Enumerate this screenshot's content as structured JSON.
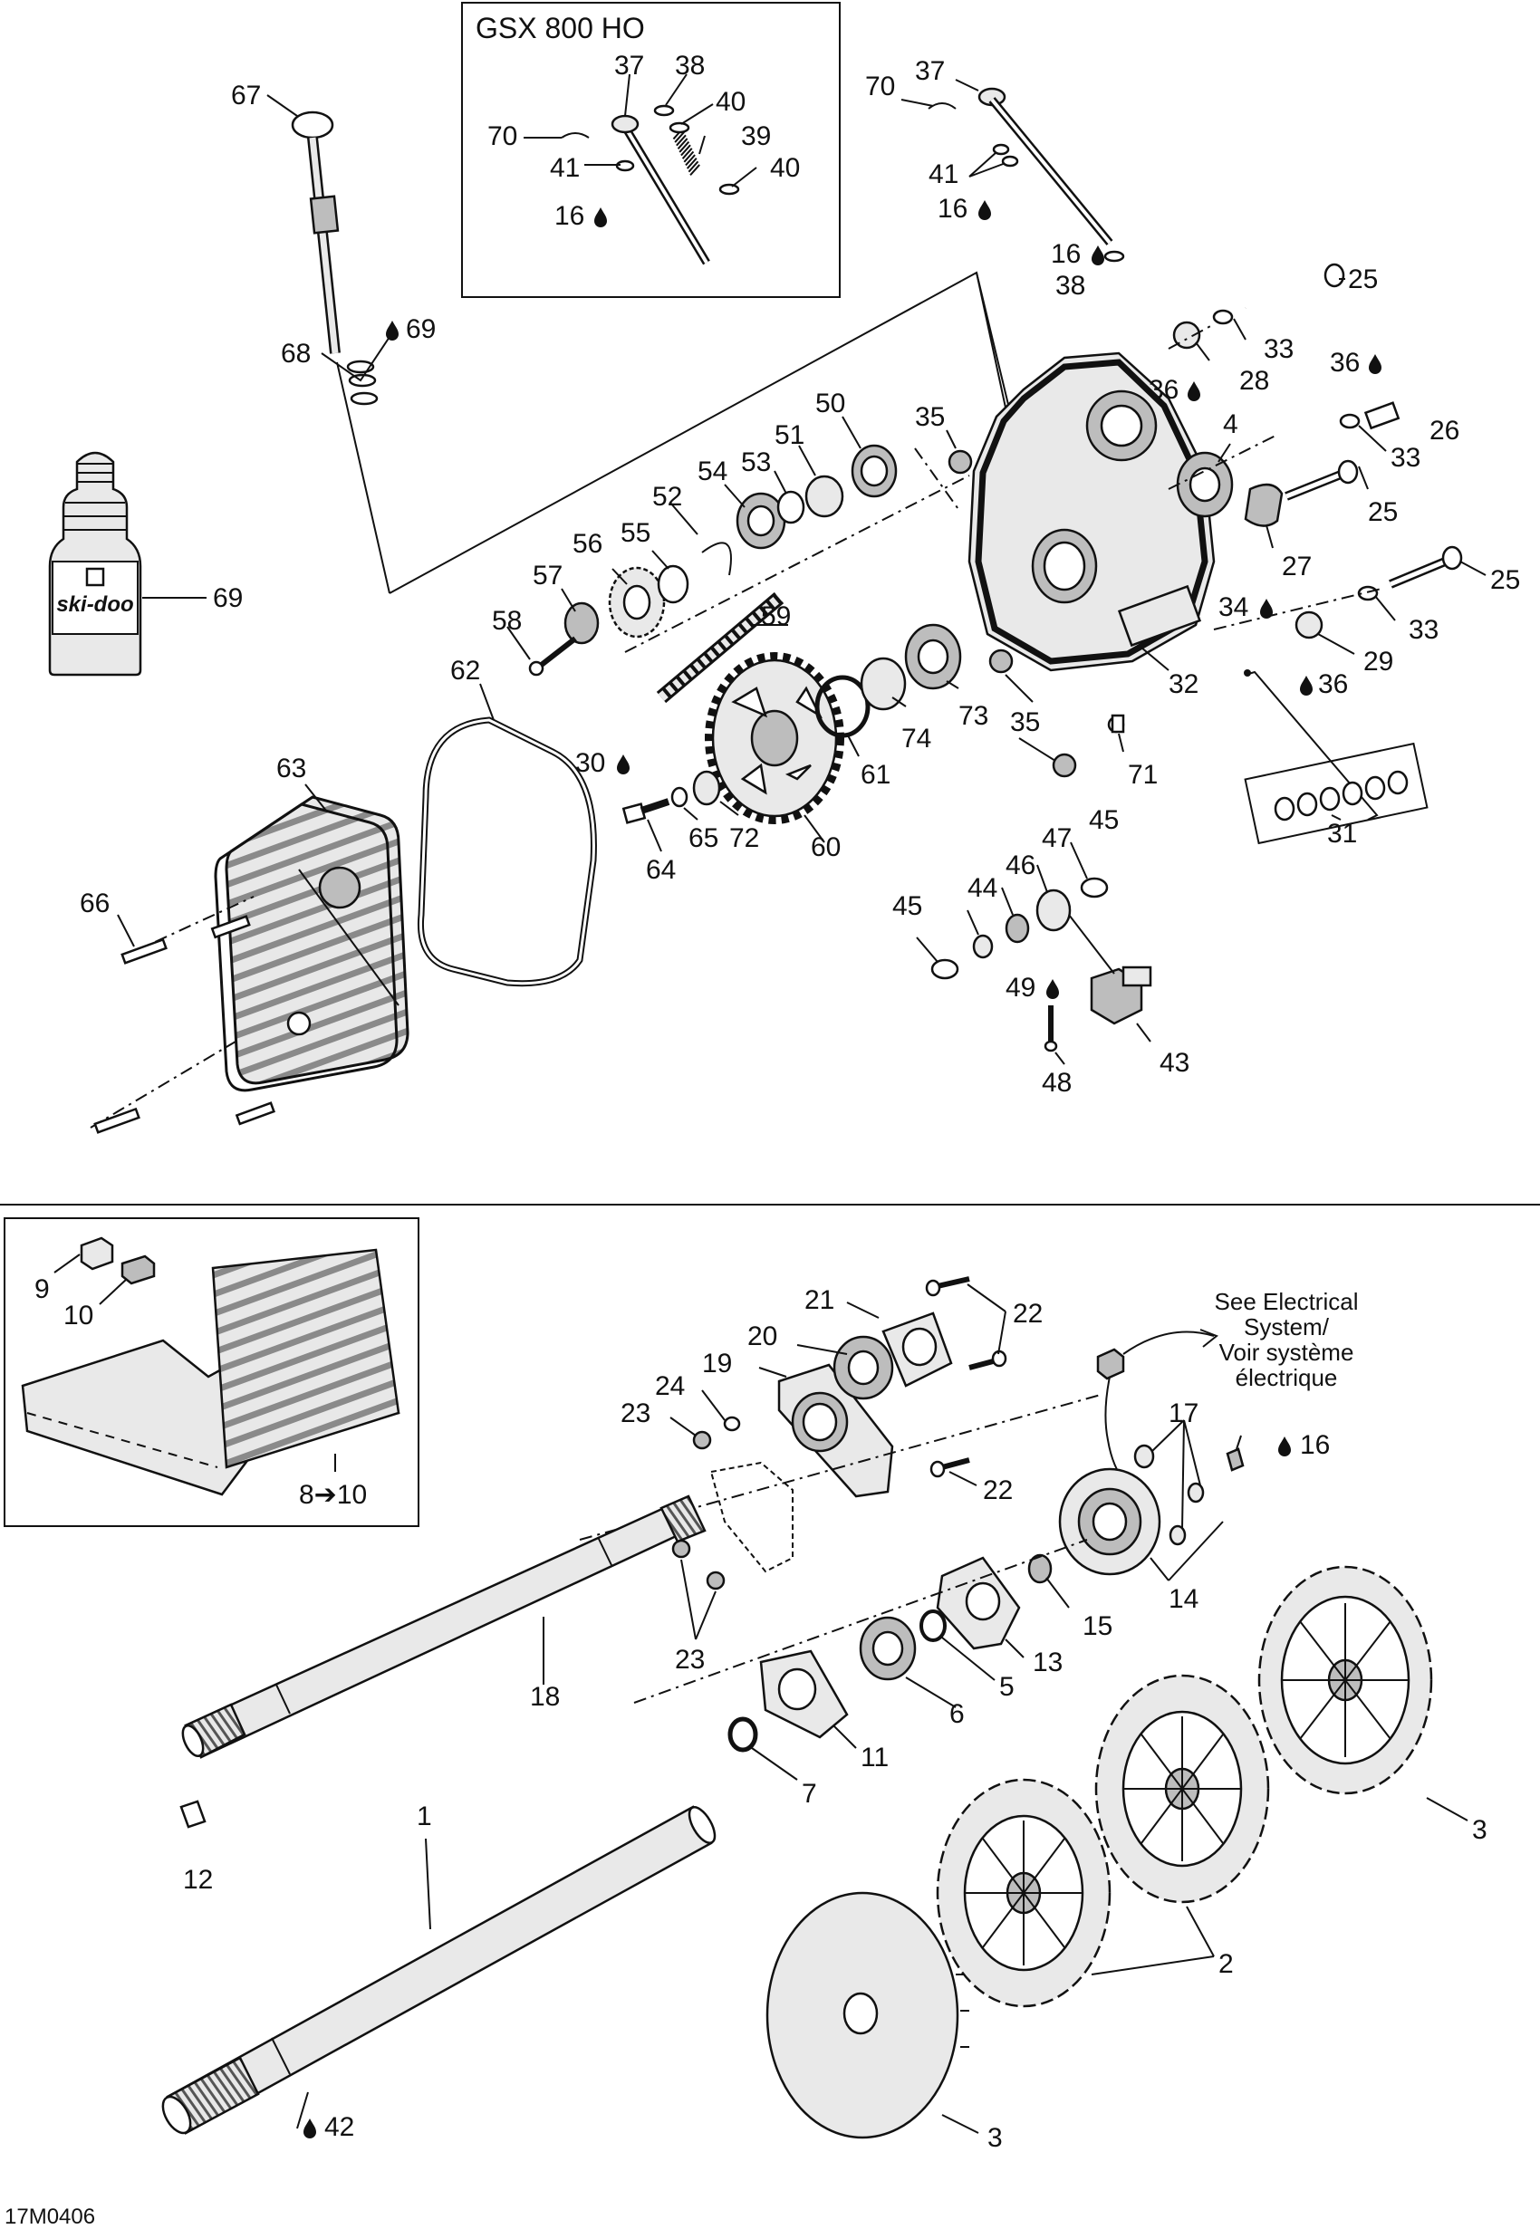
{
  "figure_code": "17M0406",
  "inset_upper": {
    "title": "GSX 800 HO"
  },
  "note": {
    "lines": [
      "See Electrical",
      "System/",
      "Voir système",
      "électrique"
    ]
  },
  "bottle_brand": "ski-doo",
  "drop_icon": "oil-drop-icon",
  "callouts": {
    "c67": "67",
    "c70a": "70",
    "c41a": "41",
    "c16a": "16",
    "c37a": "37",
    "c38a": "38",
    "c40a": "40",
    "c39": "39",
    "c40b": "40",
    "c70b": "70",
    "c37b": "37",
    "c41b": "41",
    "c16b": "16",
    "c16c": "16",
    "c38b": "38",
    "c25a": "25",
    "c33a": "33",
    "c28": "28",
    "c36a": "36",
    "c36b": "36",
    "c26": "26",
    "c4": "4",
    "c33b": "33",
    "c25b": "25",
    "c27": "27",
    "c25c": "25",
    "c34": "34",
    "c33c": "33",
    "c29": "29",
    "c36c": "36",
    "c32": "32",
    "c31": "31",
    "c69a": "69",
    "c68": "68",
    "c69b": "69",
    "c50": "50",
    "c35a": "35",
    "c51": "51",
    "c54": "54",
    "c53": "53",
    "c52": "52",
    "c56": "56",
    "c55": "55",
    "c57": "57",
    "c58": "58",
    "c59": "59",
    "c62": "62",
    "c63": "63",
    "c66": "66",
    "c30": "30",
    "c64": "64",
    "c65": "65",
    "c72": "72",
    "c60": "60",
    "c61": "61",
    "c74": "74",
    "c73": "73",
    "c35b": "35",
    "c71": "71",
    "c47": "47",
    "c45a": "45",
    "c46": "46",
    "c44": "44",
    "c45b": "45",
    "c49": "49",
    "c48": "48",
    "c43": "43",
    "c9": "9",
    "c10": "10",
    "c8to10": "8➔10",
    "c21": "21",
    "c22a": "22",
    "c20": "20",
    "c19": "19",
    "c24": "24",
    "c23a": "23",
    "c22b": "22",
    "c17": "17",
    "c16d": "16",
    "c14": "14",
    "c15": "15",
    "c13": "13",
    "c23b": "23",
    "c18": "18",
    "c5": "5",
    "c6": "6",
    "c11": "11",
    "c7": "7",
    "c12": "12",
    "c1": "1",
    "c3a": "3",
    "c2": "2",
    "c3b": "3",
    "c42": "42"
  }
}
